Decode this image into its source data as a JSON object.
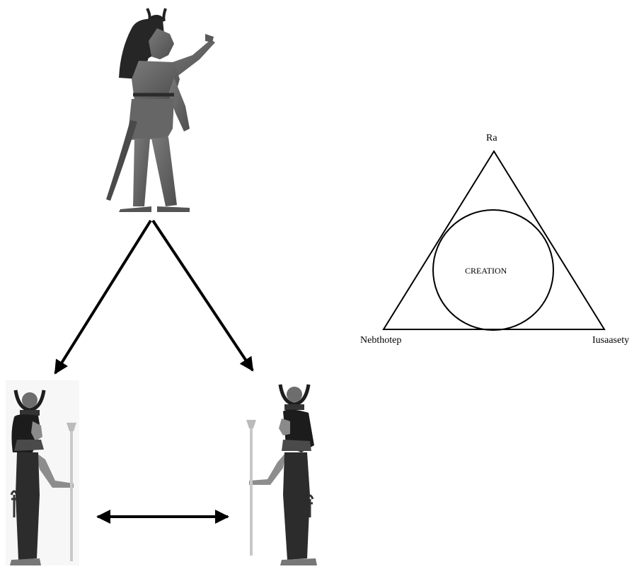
{
  "triangle": {
    "top_label": "Ra",
    "left_label": "Nebthotep",
    "right_label": "Iusaasety",
    "center_label": "CREATION"
  },
  "figures": {
    "top": "god-figure-with-scarab-headdress",
    "left": "goddess-figure-with-horned-sun-disc-and-staff",
    "right": "goddess-figure-with-horned-sun-disc-and-staff"
  },
  "colors": {
    "ink": "#000000",
    "figure_body": "#6b6b6b",
    "figure_dark": "#2a2a2a",
    "staff": "#c8c8c8"
  }
}
